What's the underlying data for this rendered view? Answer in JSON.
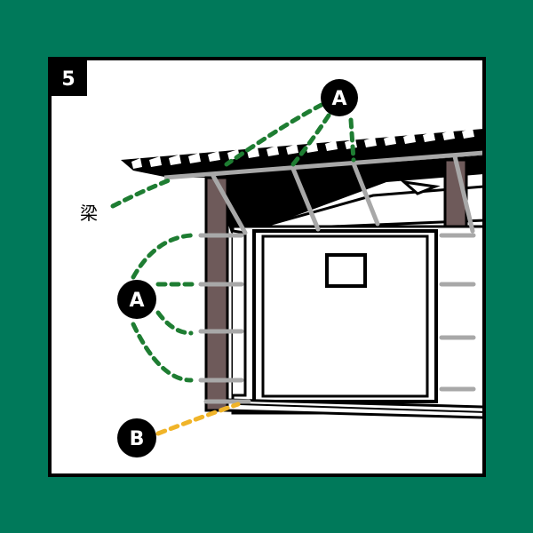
{
  "step_number": "5",
  "labels": {
    "beam": "梁",
    "a_top": "A",
    "a_left": "A",
    "b": "B"
  },
  "colors": {
    "background": "#00795a",
    "panel": "#ffffff",
    "outline": "#000000",
    "post": "#6e5a5a",
    "brace": "#a8a8a8",
    "leader_a": "#1e7d32",
    "leader_b": "#f0b429"
  }
}
